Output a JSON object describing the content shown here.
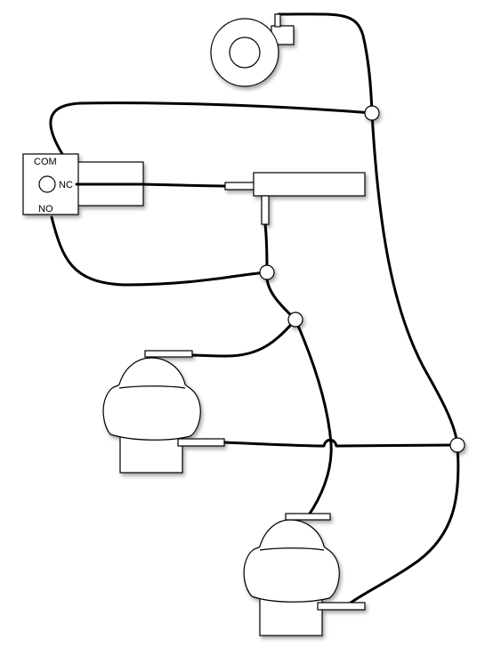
{
  "switch": {
    "com_label": "COM",
    "nc_label": "NC",
    "no_label": "NO"
  },
  "colors": {
    "line": "#000000",
    "background": "#ffffff",
    "shadow": "#b0b0b0"
  },
  "icons": {
    "blower": "blower-icon",
    "pressure_switch": "pressure-switch-icon",
    "valve": "valve-icon",
    "solenoid": "solenoid-icon"
  }
}
